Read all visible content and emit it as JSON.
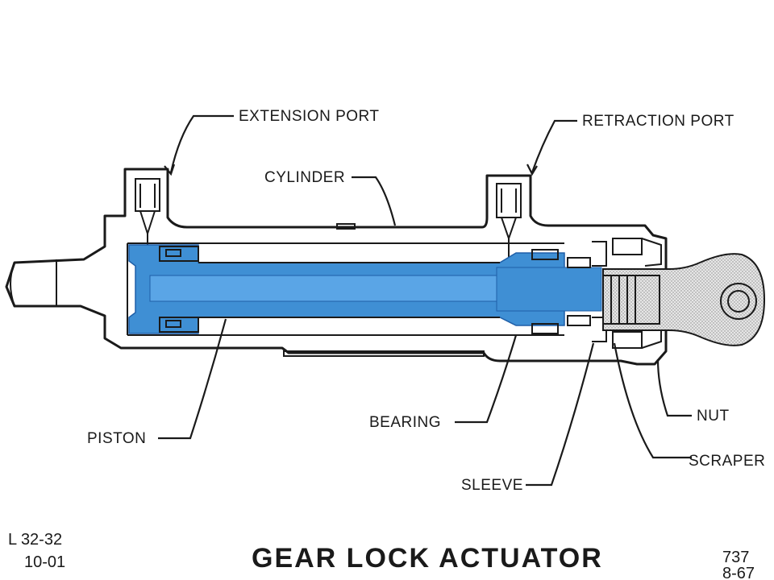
{
  "title": "GEAR LOCK ACTUATOR",
  "doc_code_left": [
    "L 32-32",
    "10-01"
  ],
  "doc_code_right": [
    "737",
    "8-67"
  ],
  "labels": {
    "extension_port": "EXTENSION PORT",
    "retraction_port": "RETRACTION PORT",
    "cylinder": "CYLINDER",
    "piston": "PISTON",
    "bearing": "BEARING",
    "sleeve": "SLEEVE",
    "nut": "NUT",
    "scraper": "SCRAPER"
  },
  "colors": {
    "fluid": "#3f8fd4",
    "fluid_dark": "#1f5fa8",
    "metal": "#ffffff",
    "stipple": "#d9d9d9",
    "ink": "#1a1a1a"
  }
}
